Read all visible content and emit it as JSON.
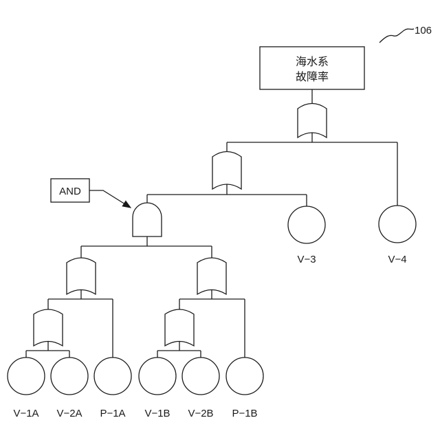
{
  "figure": {
    "reference_number": "106",
    "top_event": {
      "line1": "海水系",
      "line2": "故障率"
    },
    "callout_label": "AND",
    "basic_events": {
      "v3": "V−3",
      "v4": "V−4",
      "v1a": "V−1A",
      "v2a": "V−2A",
      "p1a": "P−1A",
      "v1b": "V−1B",
      "v2b": "V−2B",
      "p1b": "P−1B"
    }
  }
}
